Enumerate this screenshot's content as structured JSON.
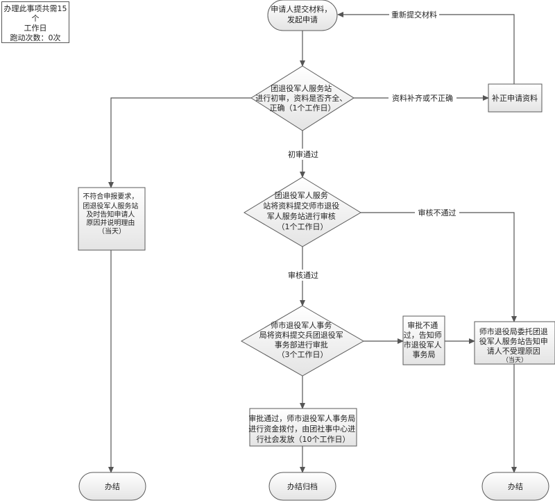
{
  "note": {
    "lines": [
      "办理此事项共需15个",
      "工作日",
      "跑动次数：0次"
    ]
  },
  "nodes": {
    "start": [
      "申请人提交材料，",
      "发起申请"
    ],
    "review1": [
      "团退役军人服务站",
      "进行初审，资料是否齐全、",
      "正确（1个工作日）"
    ],
    "supplement": [
      "补正申请资料"
    ],
    "reject_left": [
      "不符合申报要求，",
      "团退役军人服务站",
      "及时告知申请人",
      "原因并说明理由",
      "（当天）"
    ],
    "review2": [
      "团退役军人服务",
      "站将资料提交师市退役",
      "军人服务站进行审核",
      "（1个工作日）"
    ],
    "review3": [
      "师市退役军人事务",
      "局将资料提交兵团退役军",
      "事务部进行审批",
      "（3个工作日）"
    ],
    "reject_mid": [
      "审批不通",
      "过，告知师",
      "市退役军人",
      "事务局"
    ],
    "reject_right": [
      "师市退役局委托团退",
      "役军人服务站告知申",
      "请人不受理原因",
      "（当天）"
    ],
    "approve": [
      "审批通过，师市退役军人事务局",
      "进行资金拨付，由团社事中心进",
      "行社会发放（10个工作日）"
    ],
    "end_left": [
      "办结"
    ],
    "end_mid": [
      "办结归档"
    ],
    "end_right": [
      "办结"
    ]
  },
  "edge_labels": {
    "resubmit": "重新提交材料",
    "incomplete": "资料补齐或不正确",
    "pass1": "初审通过",
    "fail2": "审核不通过",
    "pass2": "审核通过"
  },
  "colors": {
    "shape_fill_top": "#ffffff",
    "shape_fill_bottom": "#e4e4e4",
    "stroke": "#5a5a5a",
    "line": "#555555"
  }
}
